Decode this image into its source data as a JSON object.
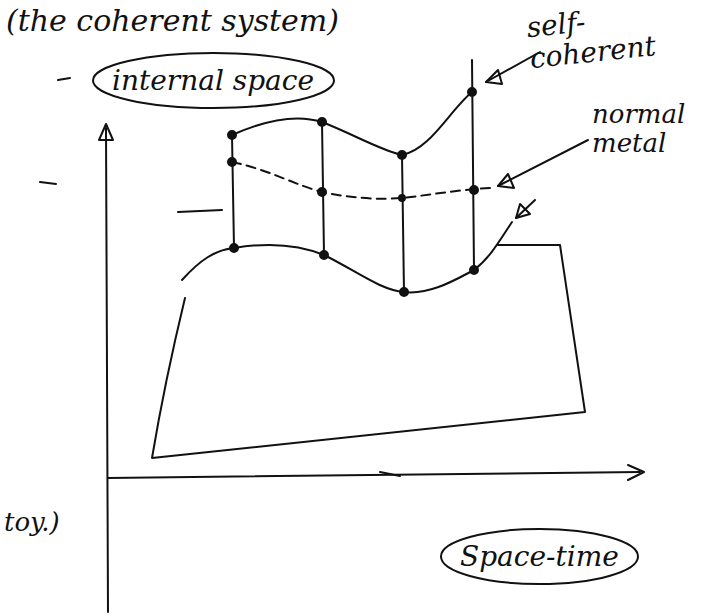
{
  "diagram": {
    "title": "(the coherent system)",
    "nodes": [
      {
        "text": [
          "internal space"
        ]
      },
      {
        "text": [
          "Space-time"
        ]
      }
    ],
    "labels": [
      "self- coherent",
      "normal metal",
      "toy.)"
    ]
  }
}
